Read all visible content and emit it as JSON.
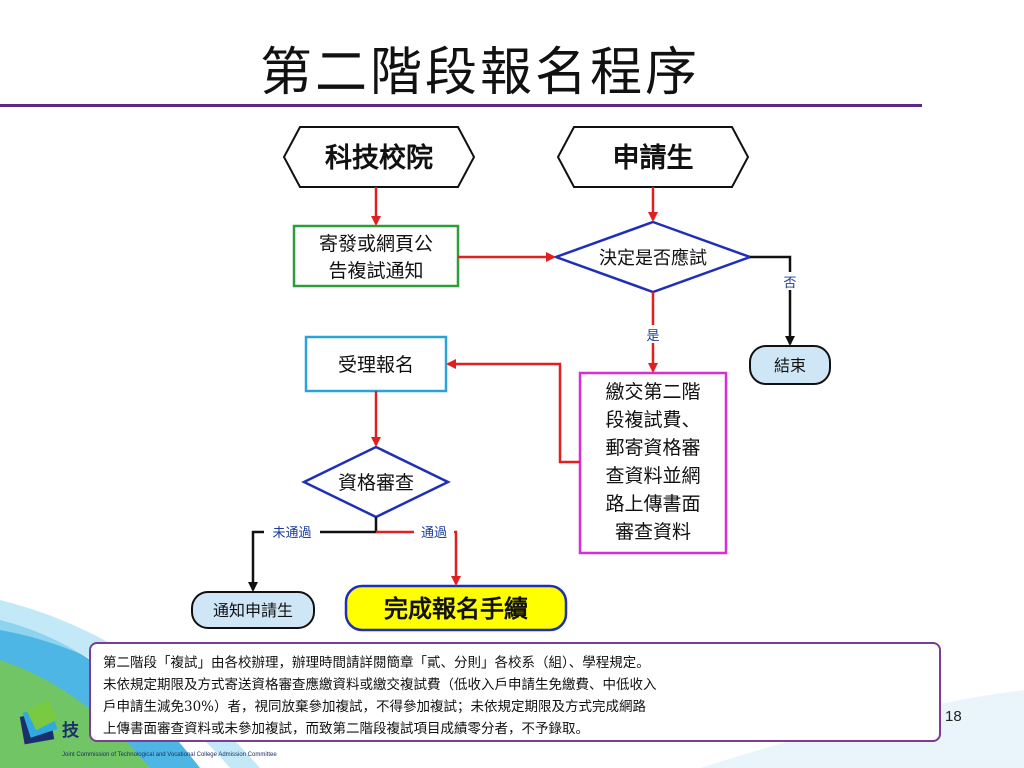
{
  "title": "第二階段報名程序",
  "nodes": {
    "school": "科技校院",
    "applicant": "申請生",
    "notice": [
      "寄發或網頁公",
      "告複試通知"
    ],
    "decide": "決定是否應試",
    "end": "結束",
    "accept": "受理報名",
    "pay": [
      "繳交第二階",
      "段複試費、",
      "郵寄資格審",
      "查資料並網",
      "路上傳書面",
      "審查資料"
    ],
    "review": "資格審查",
    "notify": "通知申請生",
    "complete": "完成報名手續"
  },
  "edge_labels": {
    "no": "否",
    "yes": "是",
    "fail": "未通過",
    "pass": "通過"
  },
  "note": [
    "第二階段「複試」由各校辦理，辦理時間請詳閱簡章「貳、分則」各校系（組）、學程規定。",
    "未依規定期限及方式寄送資格審查應繳資料或繳交複試費（低收入戶申請生免繳費、中低收入",
    "戶申請生減免30%）者，視同放棄參加複試，不得參加複試；未依規定期限及方式完成網路",
    "上傳書面審查資料或未參加複試，而致第二階段複試項目成績零分者，不予錄取。"
  ],
  "page_number": "18",
  "logo": {
    "text": "技",
    "sub": "Joint Commission of Technological and Vocational College Admission Committee"
  },
  "colors": {
    "title_rule": "#5b2a86",
    "arrow_red": "#e02020",
    "notice_border": "#2e9e3a",
    "diamond_border": "#1f2fb8",
    "accept_border": "#2aa3d8",
    "pay_border": "#d62fd6",
    "complete_fill": "#ffff00",
    "complete_border": "#1f2fb8",
    "rounded_fill": "#cfe6f7"
  }
}
